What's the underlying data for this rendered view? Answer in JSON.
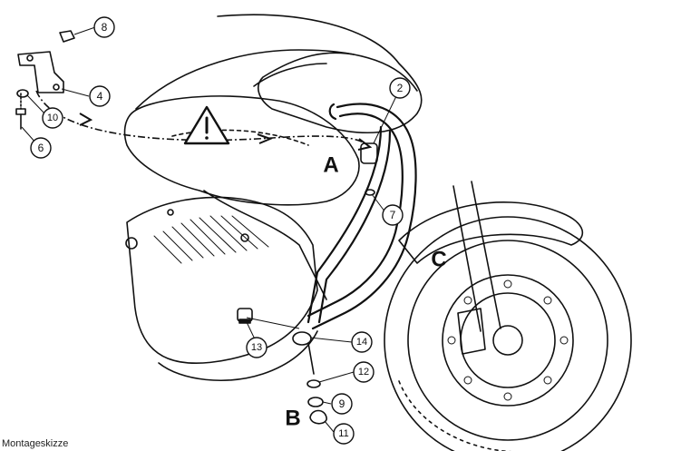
{
  "diagram": {
    "callouts": [
      {
        "id": "c2",
        "label": "2"
      },
      {
        "id": "c4",
        "label": "4"
      },
      {
        "id": "c6",
        "label": "6"
      },
      {
        "id": "c7",
        "label": "7"
      },
      {
        "id": "c8",
        "label": "8"
      },
      {
        "id": "c9",
        "label": "9"
      },
      {
        "id": "c10",
        "label": "10"
      },
      {
        "id": "c11",
        "label": "11"
      },
      {
        "id": "c12",
        "label": "12"
      },
      {
        "id": "c13",
        "label": "13"
      },
      {
        "id": "c14",
        "label": "14"
      }
    ],
    "zone_labels": {
      "a": "A",
      "b": "B",
      "c": "C"
    },
    "warning_icon": "warning-triangle-icon",
    "bottom_caption": "Montageskizze"
  },
  "colors": {
    "ink": "#111111",
    "paper": "#ffffff"
  }
}
